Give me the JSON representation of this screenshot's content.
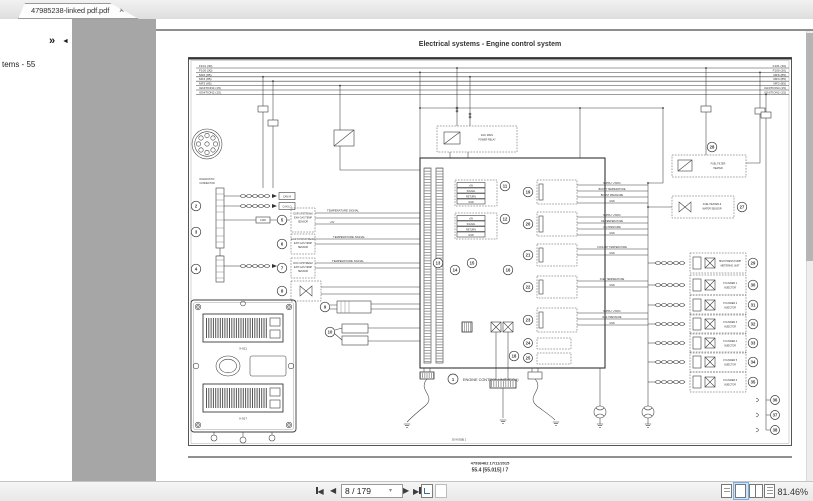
{
  "window": {
    "tab_title": "47985238-linked pdf.pdf",
    "tab_close_icon": "×"
  },
  "panel": {
    "collapse_forward_icon": "»",
    "collapse_back_icon": "◄",
    "item_label": "tems - 55"
  },
  "statusbar": {
    "first_page_icon": "◀",
    "prev_page_icon": "◀",
    "page_field": "8 / 179",
    "next_page_icon": "▶",
    "last_page_icon": "▶",
    "page_caret_icon": "▾",
    "zoom_level": "81.46%"
  },
  "page": {
    "title": "Electrical systems - Engine control system",
    "footer_doc": "47936462 17/11/2015",
    "footer_section": "55.4 [55.015] / 7",
    "sheet_ref": "55 W 55(B) 2",
    "bus_labels": [
      "F101 (30)",
      "F100 (30)",
      "MF6 (85)",
      "MF4 (85)",
      "MF2 (85)",
      "IGNITION4 (15)",
      "IGNITION2 (15)"
    ]
  },
  "schematic": {
    "ecu_label": "ENGINE CONTROL UNIT (ECU)",
    "connector_top": "X-911",
    "connector_bottom": "X-917",
    "diag_label_1": "DIAGNOSTIC",
    "diag_label_2": "CONNECTOR",
    "can_hi": "CAN HI",
    "can_lo": "CAN LO",
    "res_label": "120R",
    "temp_signal": "TEMPERATURE SIGNAL",
    "plus5": "+5V",
    "relay_1": "ECU MAIN",
    "relay_2": "POWER RELAY",
    "heater_1": "FUEL FILTER",
    "heater_2": "HEATER",
    "water_1": "FUEL HEATER &",
    "water_2": "WATER SENSOR",
    "sens5": [
      "EGR UPSTREAM",
      "EXH GAS TEMP",
      "SENSOR"
    ],
    "sens6": [
      "EGR DOWNSTREAM",
      "EXH GAS TEMP",
      "SENSOR"
    ],
    "sens7": [
      "DOC UPSTREAM",
      "EXH GAS TEMP",
      "SENSOR"
    ],
    "pins": [
      "+5V",
      "SIGNAL",
      "RETURN",
      "GND"
    ],
    "s19": [
      "SUPPLY +5VDC",
      "BOOST TEMPERATURE",
      "BOOST PRESSURE",
      "GND"
    ],
    "s20": [
      "SUPPLY +5VDC",
      "OIL TEMPERATURE",
      "OIL PRESSURE",
      "GND"
    ],
    "s21": [
      "COOLANT TEMPERATURE",
      "GND"
    ],
    "s22": [
      "FUEL TEMPERATURE",
      "GND"
    ],
    "s23": [
      "SUPPLY +5VDC",
      "RAIL PRESSURE",
      "GND"
    ],
    "rows": [
      {
        "num": "29",
        "l1": "HIGH PRESS PUMP",
        "l2": "METERING UNIT"
      },
      {
        "num": "30",
        "l1": "CYLINDER 1",
        "l2": "INJECTOR"
      },
      {
        "num": "31",
        "l1": "CYLINDER 2",
        "l2": "INJECTOR"
      },
      {
        "num": "32",
        "l1": "CYLINDER 3",
        "l2": "INJECTOR"
      },
      {
        "num": "33",
        "l1": "CYLINDER 4",
        "l2": "INJECTOR"
      },
      {
        "num": "34",
        "l1": "CYLINDER 5",
        "l2": "INJECTOR"
      },
      {
        "num": "35",
        "l1": "CYLINDER 6",
        "l2": "INJECTOR"
      }
    ],
    "nums": {
      "c1": "1",
      "c2": "2",
      "c3": "3",
      "c4": "4",
      "c5": "5",
      "c6": "6",
      "c7": "7",
      "c8": "8",
      "c9": "9",
      "c10": "10",
      "c11": "11",
      "c12": "12",
      "c13": "13",
      "c14": "14",
      "c15": "15",
      "c16": "16",
      "c18": "18",
      "c19": "19",
      "c20": "20",
      "c21": "21",
      "c22": "22",
      "c23": "23",
      "c24": "24",
      "c25": "25",
      "c27": "27",
      "c28": "28",
      "c36": "36",
      "c37": "37",
      "c38": "38"
    }
  }
}
